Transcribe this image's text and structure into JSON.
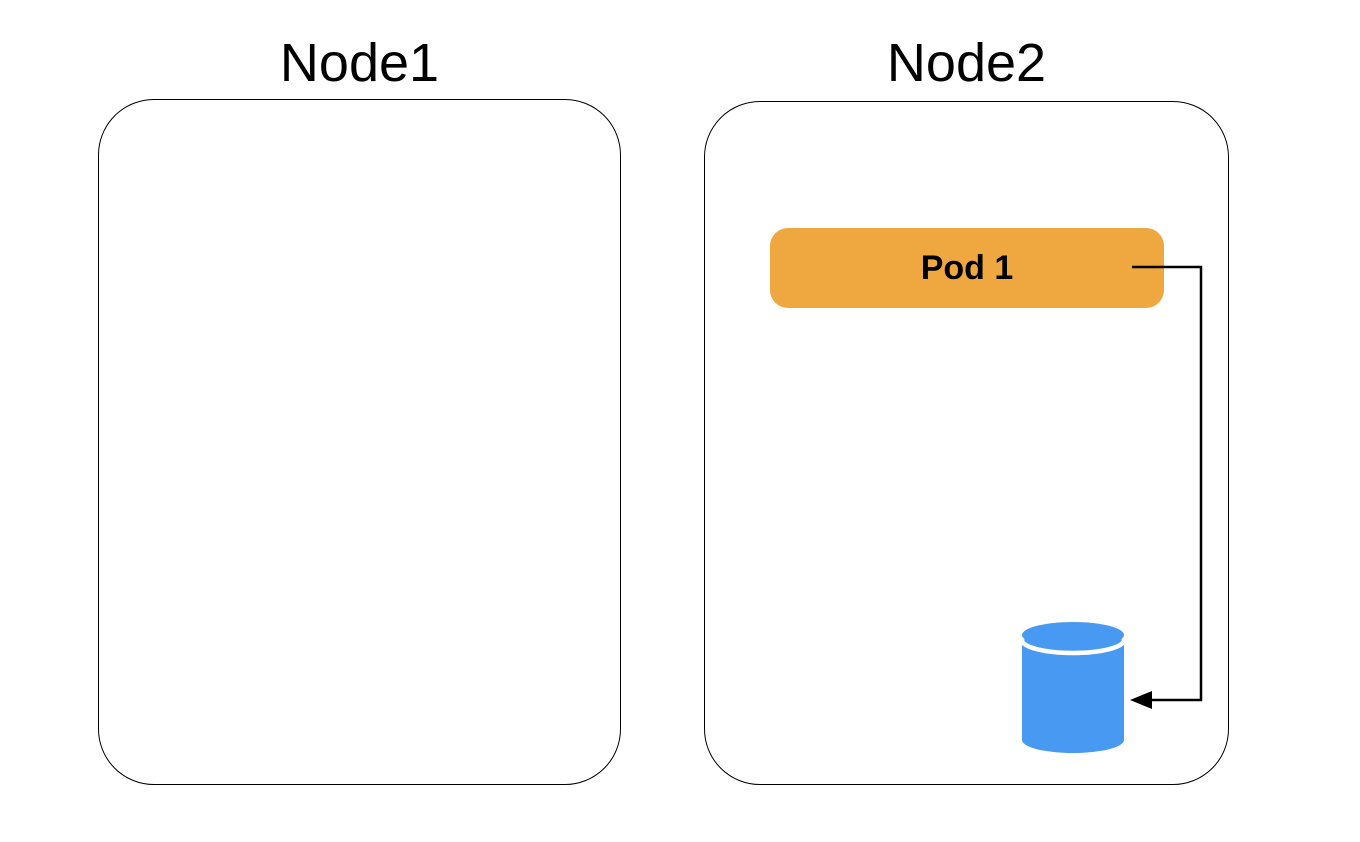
{
  "canvas": {
    "background": "#FFFFFF"
  },
  "nodes": [
    {
      "label": "Node1"
    },
    {
      "label": "Node2"
    }
  ],
  "pod": {
    "label": "Pod 1"
  },
  "database": {
    "icon": "database-cylinder-icon"
  },
  "connector": {
    "from": "Pod 1",
    "to": "database",
    "style": "right-angle-arrow"
  },
  "colors": {
    "node_border": "#000000",
    "title_text": "#000000",
    "pod_fill": "#EFA73F",
    "pod_text": "#000000",
    "database_fill": "#4899F2",
    "cylinder_divider": "#FFFFFF",
    "connector": "#000000"
  }
}
